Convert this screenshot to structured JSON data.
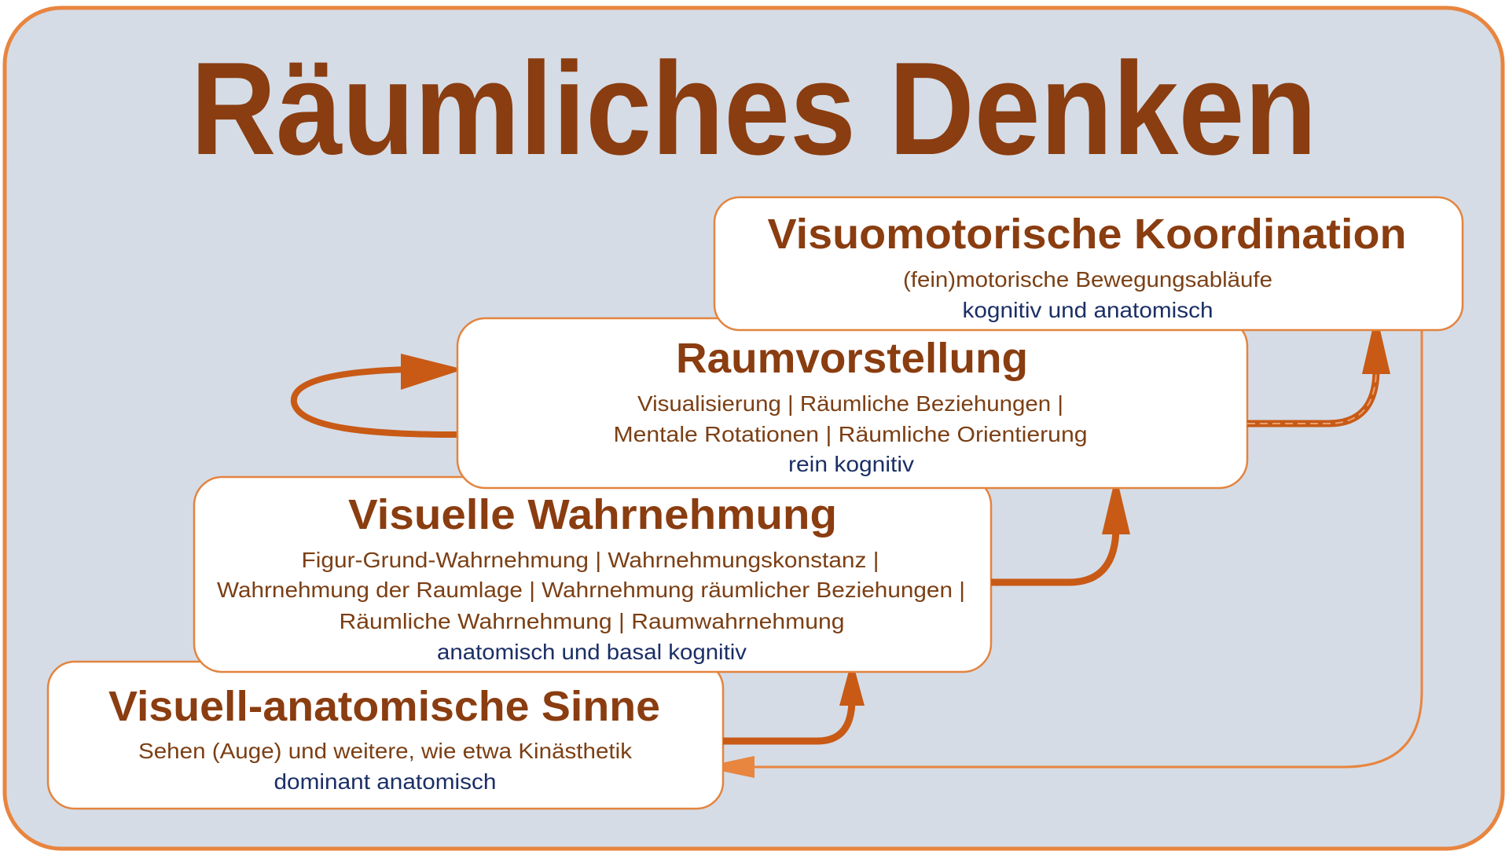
{
  "title": "Räumliches Denken",
  "levels": [
    {
      "title": "Visuell-anatomische Sinne",
      "lines": [
        "Sehen (Auge) und weitere, wie etwa Kinästhetik"
      ],
      "type": "dominant anatomisch"
    },
    {
      "title": "Visuelle Wahrnehmung",
      "lines": [
        "Figur-Grund-Wahrnehmung | Wahrnehmungskonstanz |",
        "Wahrnehmung der Raumlage | Wahrnehmung räumlicher Beziehungen |",
        "Räumliche  Wahrnehmung | Raumwahrnehmung"
      ],
      "type": "anatomisch und basal kognitiv"
    },
    {
      "title": "Raumvorstellung",
      "lines": [
        "Visualisierung | Räumliche Beziehungen |",
        "Mentale Rotationen | Räumliche Orientierung"
      ],
      "type": "rein kognitiv"
    },
    {
      "title": "Visuomotorische Koordination",
      "lines": [
        "(fein)motorische Bewegungsabläufe"
      ],
      "type": "kognitiv und anatomisch"
    }
  ],
  "colors": {
    "background": "#d5dce6",
    "frame": "#e8853f",
    "title": "#8a3d10",
    "text": "#7b3f14",
    "type_text": "#1b2f66",
    "arrow": "#c85a16"
  }
}
